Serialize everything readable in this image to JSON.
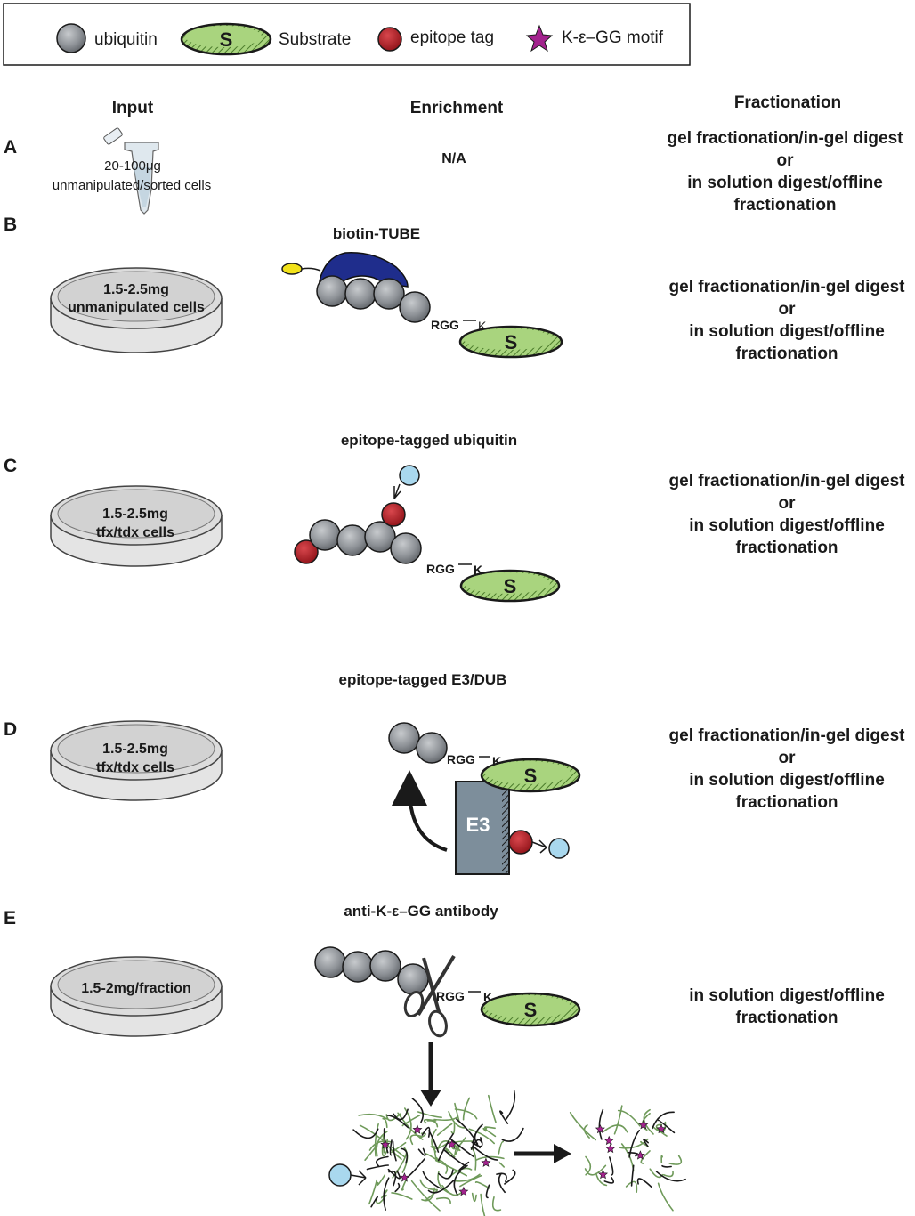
{
  "legend": {
    "ubiquitin": "ubiquitin",
    "substrate": "Substrate",
    "substrate_letter": "S",
    "epitope_tag": "epitope tag",
    "motif": "K-ε–GG motif"
  },
  "columns": {
    "input": "Input",
    "enrichment": "Enrichment",
    "fractionation": "Fractionation"
  },
  "fractionation_text": {
    "line1": "gel fractionation/in-gel digest",
    "line2": "or",
    "line3": "in solution digest/offline",
    "line4": "fractionation"
  },
  "rows": {
    "A": {
      "letter": "A",
      "input_line1": "20-100μg",
      "input_line2": "unmanipulated/sorted cells",
      "enrichment": "N/A"
    },
    "B": {
      "letter": "B",
      "input_line1": "1.5-2.5mg",
      "input_line2": "unmanipulated cells",
      "enrichment": "biotin-TUBE",
      "rgg": "RGG",
      "k": "K"
    },
    "C": {
      "letter": "C",
      "input_line1": "1.5-2.5mg",
      "input_line2": "tfx/tdx cells",
      "enrichment": "epitope-tagged ubiquitin",
      "rgg": "RGG",
      "k": "K"
    },
    "D": {
      "letter": "D",
      "input_line1": "1.5-2.5mg",
      "input_line2": "tfx/tdx cells",
      "enrichment": "epitope-tagged E3/DUB",
      "rgg": "RGG",
      "k": "K",
      "e3": "E3"
    },
    "E": {
      "letter": "E",
      "input_line1": "1.5-2mg/fraction",
      "enrichment": "anti-K-ε–GG antibody",
      "rgg": "RGG",
      "k": "K",
      "frac_line1": "in solution digest/offline",
      "frac_line2": "fractionation"
    }
  },
  "colors": {
    "ubiquitin": "#8e9297",
    "substrate": "#a9d47e",
    "epitope_tag": "#b31d25",
    "motif_star": "#a3228e",
    "tube": "#1f2d8c",
    "biotin": "#f2e21a",
    "antibody_bead": "#a9d8ee",
    "e3": "#7d8e9b",
    "dish": "#dcdcdc"
  }
}
